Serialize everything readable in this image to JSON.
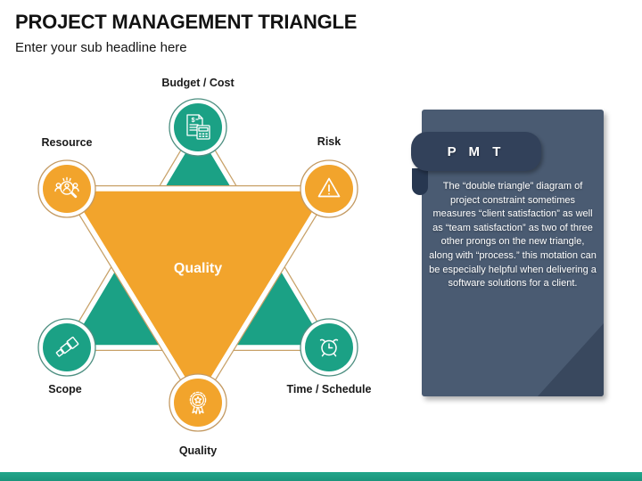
{
  "header": {
    "title": "PROJECT MANAGEMENT TRIANGLE",
    "subtitle": "Enter your sub headline here"
  },
  "diagram": {
    "center_label": "Quality",
    "nodes": [
      {
        "label": "Budget / Cost",
        "icon": "invoice-calculator-icon",
        "color": "#1ba185",
        "position": "top"
      },
      {
        "label": "Resource",
        "icon": "people-search-icon",
        "color": "#f2a42c",
        "position": "upper-left"
      },
      {
        "label": "Risk",
        "icon": "warning-triangle-icon",
        "color": "#f2a42c",
        "position": "upper-right"
      },
      {
        "label": "Scope",
        "icon": "telescope-icon",
        "color": "#1ba185",
        "position": "lower-left"
      },
      {
        "label": "Time / Schedule",
        "icon": "alarm-clock-icon",
        "color": "#1ba185",
        "position": "lower-right"
      },
      {
        "label": "Quality",
        "icon": "award-ribbon-icon",
        "color": "#f2a42c",
        "position": "bottom"
      }
    ],
    "colors": {
      "teal": "#1ba185",
      "orange": "#f2a42c",
      "triangle_outline": "#c8a168",
      "white_band": "#ffffff"
    }
  },
  "panel": {
    "title": "P M T",
    "body": "The “double triangle” diagram of project constraint sometimes measures “client satisfaction” as well as “team satisfaction” as two of three other prongs on the new triangle, along with “process.” this motation can be especially helpful when delivering a software solutions for a client.",
    "colors": {
      "panel": "#4a5b72",
      "ribbon": "#32415a",
      "fold": "#273750",
      "corner_shadow": "#39485e"
    }
  },
  "footer": {
    "bar_color": "#21a186"
  }
}
